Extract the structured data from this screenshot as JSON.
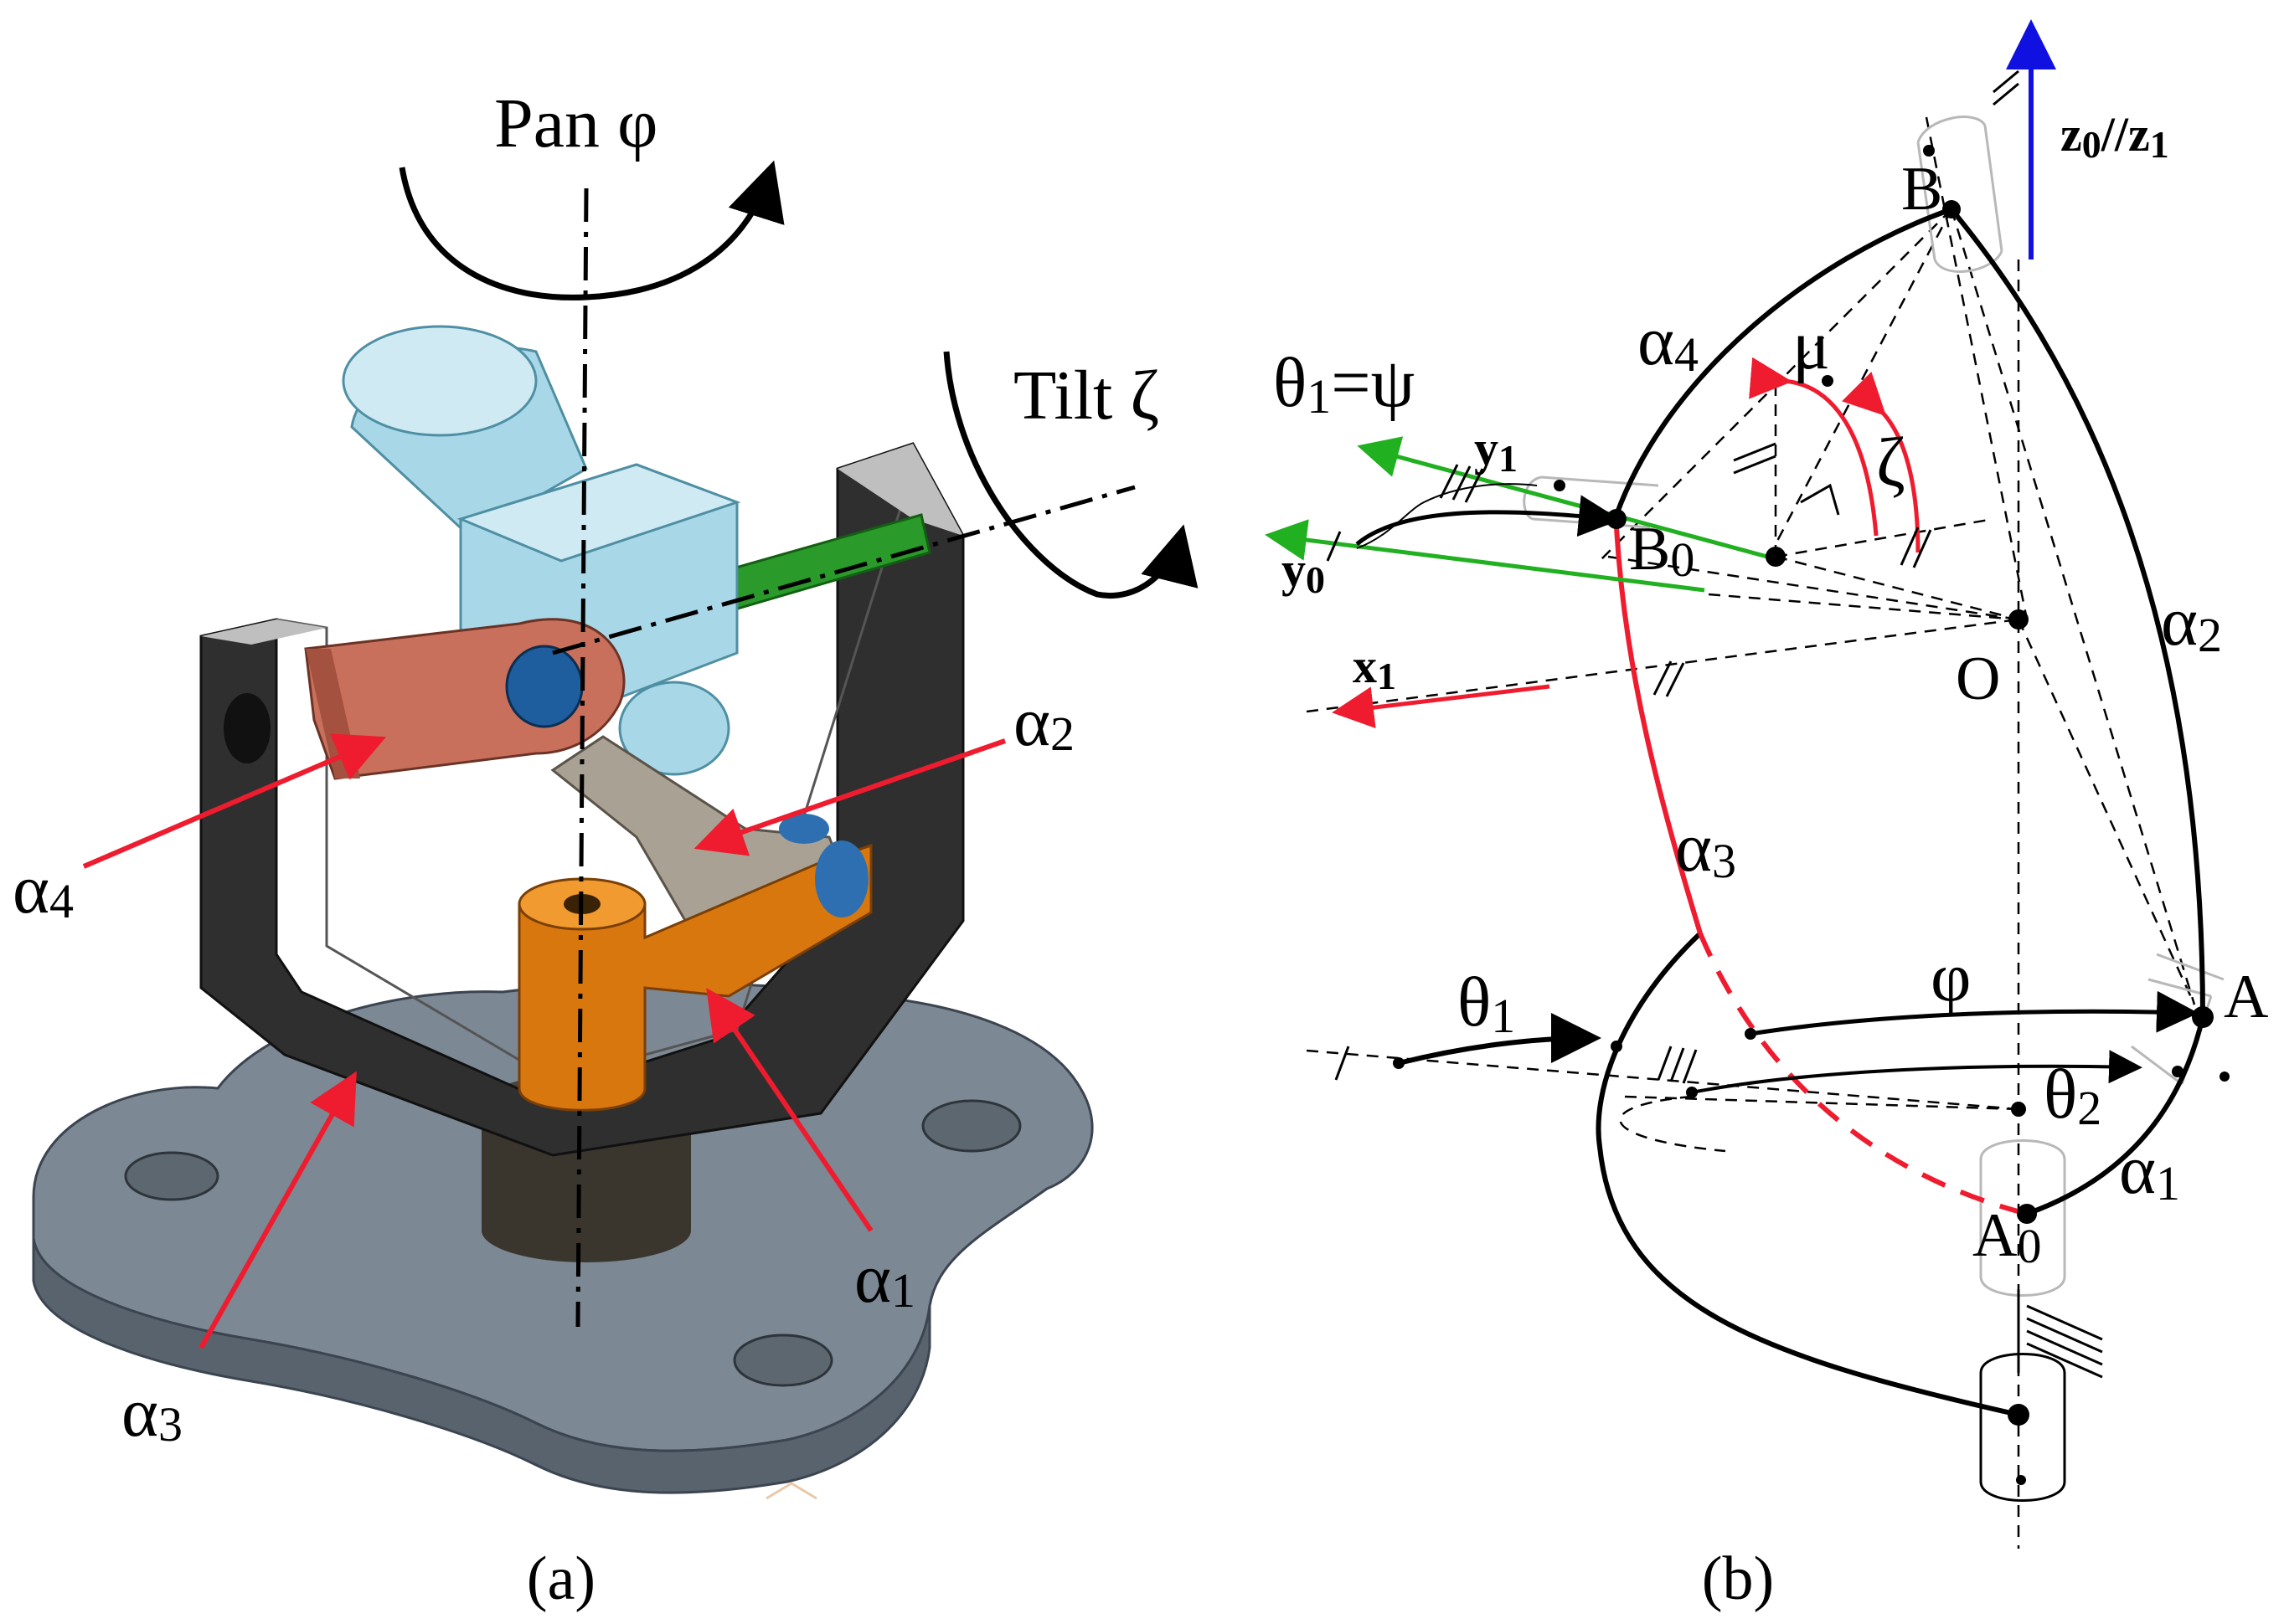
{
  "panel_a": {
    "caption": "(a)",
    "pan_label": "Pan φ",
    "tilt_label": "Tilt ζ",
    "link_labels": {
      "a1": {
        "main": "α",
        "sub": "1"
      },
      "a2": {
        "main": "α",
        "sub": "2"
      },
      "a3": {
        "main": "α",
        "sub": "3"
      },
      "a4": {
        "main": "α",
        "sub": "4"
      }
    }
  },
  "panel_b": {
    "caption": "(b)",
    "z_axis": {
      "t1": "z",
      "s1": "0",
      "mid": "//",
      "t2": "z",
      "s2": "1"
    },
    "y1": {
      "main": "y",
      "sub": "1"
    },
    "y0": {
      "main": "y",
      "sub": "0"
    },
    "x1": {
      "main": "x",
      "sub": "1"
    },
    "point_B": "B",
    "point_B0": {
      "main": "B",
      "sub": "0"
    },
    "point_O": "O",
    "point_A": "A",
    "point_A0": {
      "main": "A",
      "sub": "0"
    },
    "mu": "μ",
    "zeta": "ζ",
    "phi": "φ",
    "theta1_psi": {
      "main": "θ",
      "sub": "1",
      "rest": "=ψ"
    },
    "theta1": {
      "main": "θ",
      "sub": "1"
    },
    "theta2": {
      "main": "θ",
      "sub": "2"
    },
    "alpha1": {
      "main": "α",
      "sub": "1"
    },
    "alpha2": {
      "main": "α",
      "sub": "2"
    },
    "alpha3": {
      "main": "α",
      "sub": "3"
    },
    "alpha4": {
      "main": "α",
      "sub": "4"
    }
  },
  "colors": {
    "base_plate": "#7c8893",
    "frame": "#3a3a3a",
    "link_a4": "#c9705c",
    "link_a1": "#d9770f",
    "link_a2": "#a9a194",
    "camera": "#a8d8e8",
    "shaft": "#2a9a2a",
    "pointer_red": "#ee1c2e",
    "axis_blue": "#1010e0",
    "axis_green": "#20b020"
  }
}
